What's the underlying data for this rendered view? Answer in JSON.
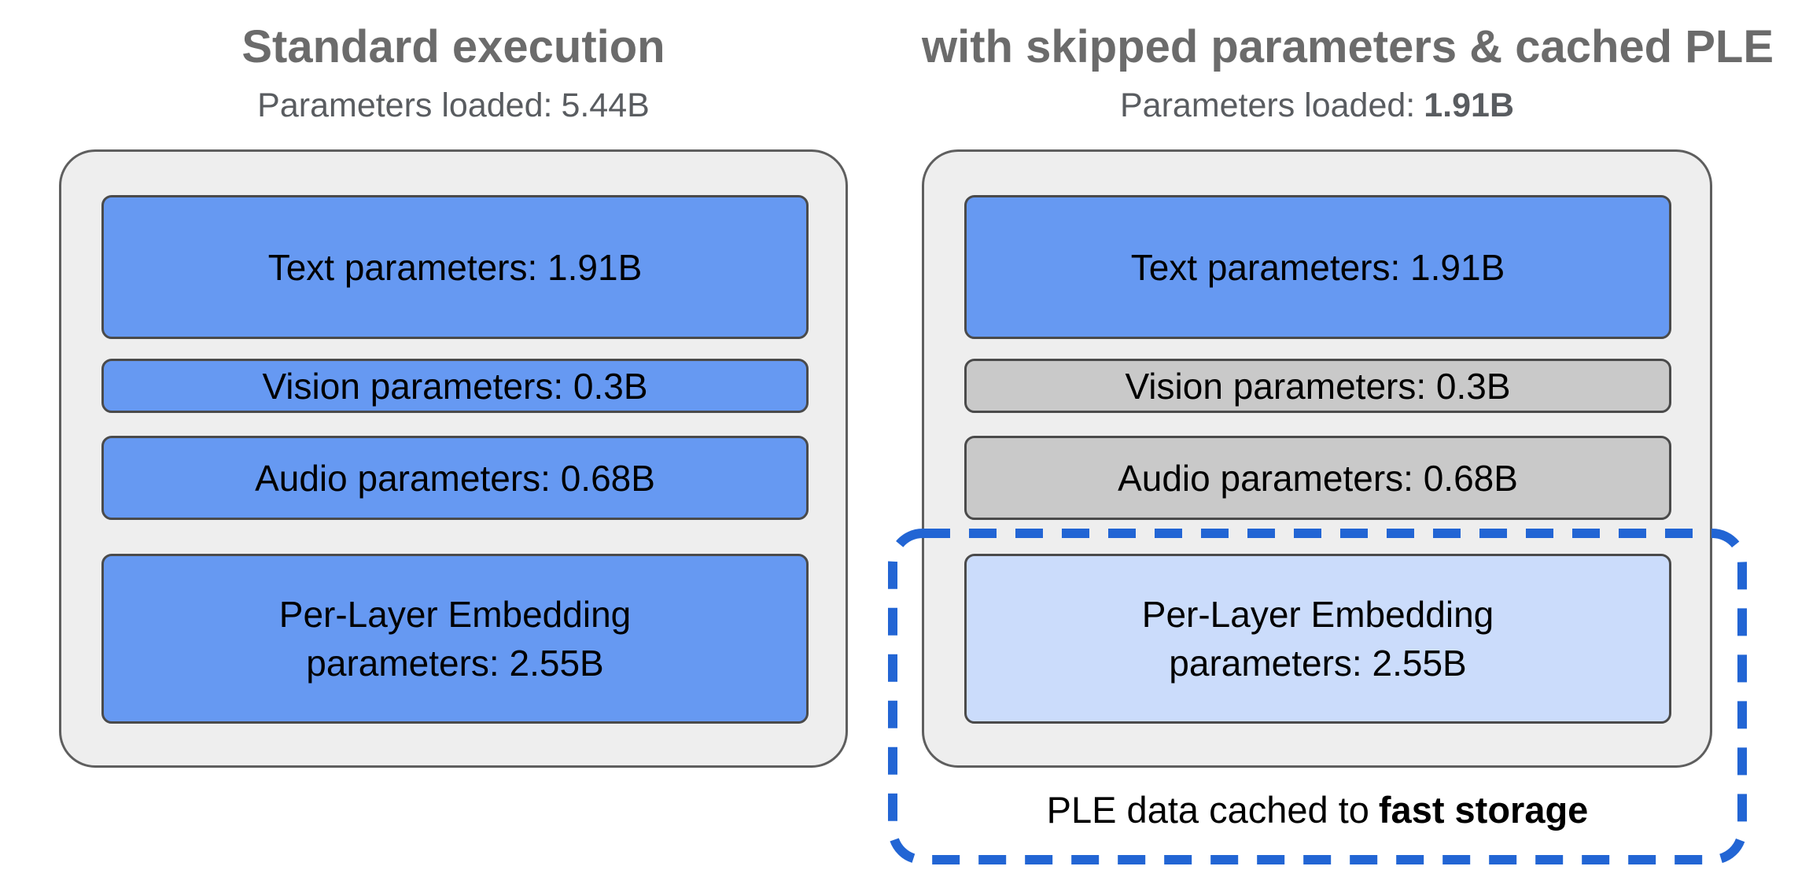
{
  "left_panel": {
    "title": "Standard execution",
    "params_label": "Parameters loaded:",
    "params_value": "5.44B",
    "boxes": [
      {
        "id": "text",
        "label": "Text parameters: 1.91B",
        "state": "loaded"
      },
      {
        "id": "vision",
        "label": "Vision parameters: 0.3B",
        "state": "loaded"
      },
      {
        "id": "audio",
        "label": "Audio parameters: 0.68B",
        "state": "loaded"
      },
      {
        "id": "ple",
        "label": "Per-Layer Embedding parameters: 2.55B",
        "state": "loaded"
      }
    ]
  },
  "right_panel": {
    "title": "with skipped parameters & cached PLE",
    "params_label": "Parameters loaded:",
    "params_value": "1.91B",
    "boxes": [
      {
        "id": "text",
        "label": "Text parameters: 1.91B",
        "state": "loaded"
      },
      {
        "id": "vision",
        "label": "Vision parameters: 0.3B",
        "state": "skipped"
      },
      {
        "id": "audio",
        "label": "Audio parameters: 0.68B",
        "state": "skipped"
      },
      {
        "id": "ple",
        "label": "Per-Layer Embedding parameters: 2.55B",
        "state": "cached"
      }
    ],
    "caption_prefix": "PLE data cached to",
    "caption_bold": "fast storage"
  },
  "colors": {
    "loaded_box_fill": "#6699f2",
    "skipped_box_fill": "#c9c9c9",
    "cached_box_fill": "#cbdcfb",
    "container_fill": "#eeeeee",
    "container_border": "#5e5e5e",
    "box_border": "#4a4a4a",
    "dashed_outline": "#2265d4",
    "heading_text": "#6b6b6b",
    "subtitle_text": "#595c60",
    "box_text": "#000000"
  }
}
